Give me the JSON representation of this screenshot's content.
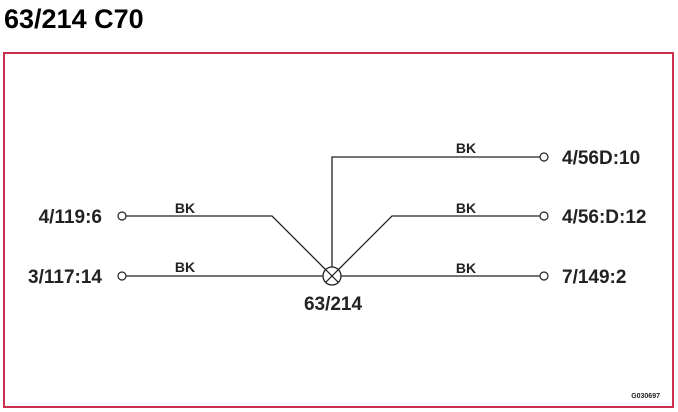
{
  "title": "63/214 C70",
  "colors": {
    "frame": "#c8304e",
    "line": "#222222"
  },
  "splice": {
    "label": "63/214",
    "icon": "crossed-circle-icon"
  },
  "left_connectors": [
    {
      "label": "4/119:6",
      "wire": "BK"
    },
    {
      "label": "3/117:14",
      "wire": "BK"
    }
  ],
  "right_connectors": [
    {
      "label": "4/56D:10",
      "wire": "BK"
    },
    {
      "label": "4/56:D:12",
      "wire": "BK"
    },
    {
      "label": "7/149:2",
      "wire": "BK"
    }
  ],
  "figure_code": "G030697"
}
